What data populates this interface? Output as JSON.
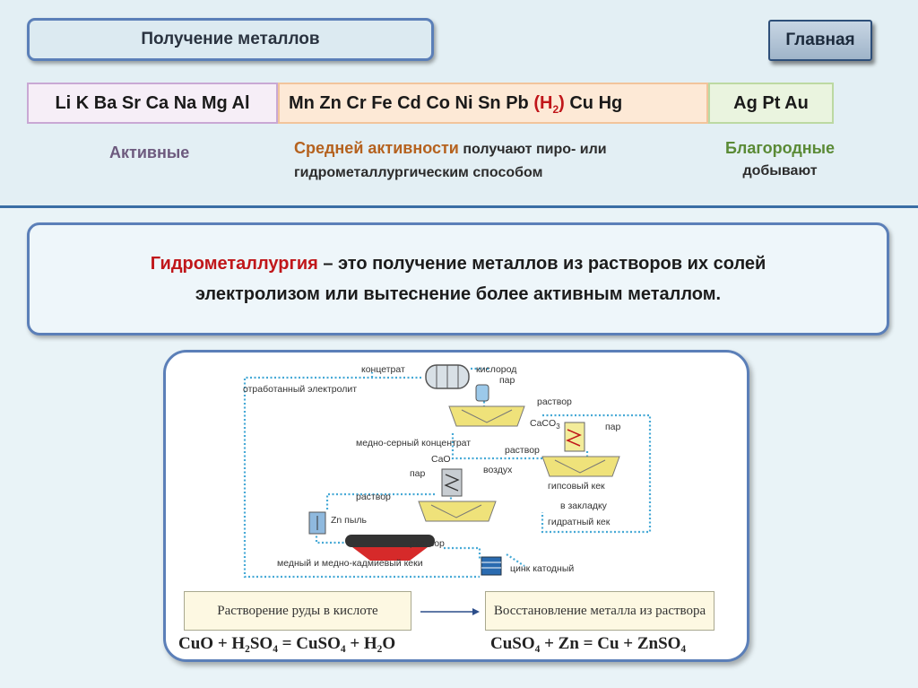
{
  "header": {
    "title": "Получение металлов",
    "home_button": "Главная"
  },
  "activity_series": {
    "active_metals": "Li K Ba Sr Ca Na Mg Al",
    "medium_metals": "Mn Zn Cr Fe Cd Co Ni Sn Pb",
    "h2_open": "(H",
    "h2_sub": "2",
    "h2_close": ")",
    "medium_tail": "Cu Hg",
    "noble_metals": "Ag Pt Au"
  },
  "captions": {
    "active": "Активные",
    "medium_highlight": "Средней активности",
    "medium_rest": " получают пиро- или гидрометаллургическим способом",
    "noble_title": "Благородные",
    "noble_rest": "добывают"
  },
  "definition": {
    "term": "Гидрометаллургия",
    "line1_rest": " – это получение металлов из растворов их солей",
    "line2": "электролизом  или вытеснение более активным металлом."
  },
  "diagram": {
    "labels": {
      "concentrate": "концетрат",
      "oxygen": "кислород",
      "steam_top": "пар",
      "spent_electrolyte": "отработанный электролит",
      "solution_top": "раствор",
      "caco3": "CaCO",
      "caco3_sub": "3",
      "steam_right": "пар",
      "copper_sulfur_concentrate": "медно-серный концентрат",
      "solution_mid": "раствор",
      "cao": "CaO",
      "steam_left": "пар",
      "air": "воздух",
      "gypsum_cake": "гипсовый кек",
      "to_backfill": "в закладку",
      "solution_left": "раствор",
      "hydrate_cake": "гидратный кек",
      "zn_dust": "Zn пыль",
      "solution_bottom": "раствор",
      "copper_cadmium_cakes": "медный и медно-кадмиевый кеки",
      "cathode_zinc": "цинк катодный"
    },
    "step1": "Растворение руды в кислоте",
    "step2": "Восстановление металла из раствора",
    "eq1": "CuO + H₂SO₄ = CuSO₄ + H₂O",
    "eq2": "CuSO₄ + Zn = Cu + ZnSO₄"
  },
  "colors": {
    "flow_line": "#46a9d6",
    "thickener": "#efe27a",
    "highlight_red": "#c0161a",
    "frame_blue": "#5b7fb8"
  }
}
